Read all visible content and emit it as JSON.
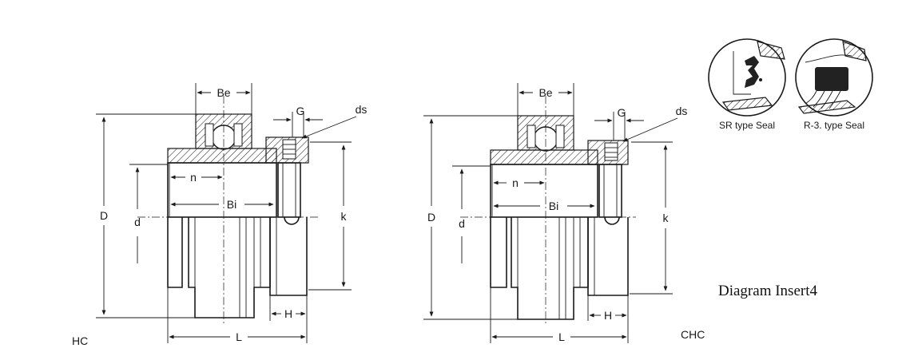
{
  "labels": {
    "be": "Be",
    "g": "G",
    "ds": "ds",
    "n": "n",
    "bi": "Bi",
    "d_outer": "D",
    "d_inner": "d",
    "k": "k",
    "h": "H",
    "l": "L"
  },
  "models": {
    "left": "HC",
    "right": "CHC"
  },
  "seals": {
    "sr": "SR type Seal",
    "r3": "R-3. type Seal"
  },
  "insert_title": "Diagram Insert4"
}
